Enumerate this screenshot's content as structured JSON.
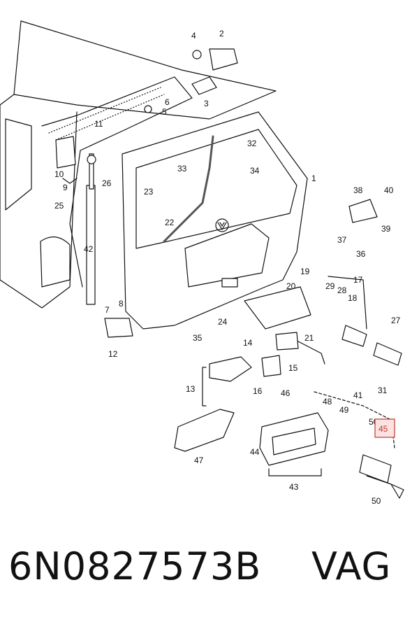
{
  "diagram": {
    "callouts": [
      "1",
      "2",
      "3",
      "4",
      "5",
      "6",
      "9",
      "10",
      "11",
      "7",
      "8",
      "12",
      "13",
      "14",
      "15",
      "16",
      "17",
      "18",
      "19",
      "20",
      "21",
      "22",
      "23",
      "24",
      "25",
      "26",
      "27",
      "28",
      "29",
      "31",
      "32",
      "33",
      "34",
      "35",
      "36",
      "37",
      "38",
      "39",
      "40",
      "41",
      "42",
      "43",
      "44",
      "45",
      "46",
      "47",
      "48",
      "49",
      "50"
    ],
    "highlighted_callout": "45",
    "highlight_color": "#c0392b",
    "highlight_fill": "#fde2e2"
  },
  "footer": {
    "part_number": "6N0827573B",
    "brand": "VAG"
  }
}
